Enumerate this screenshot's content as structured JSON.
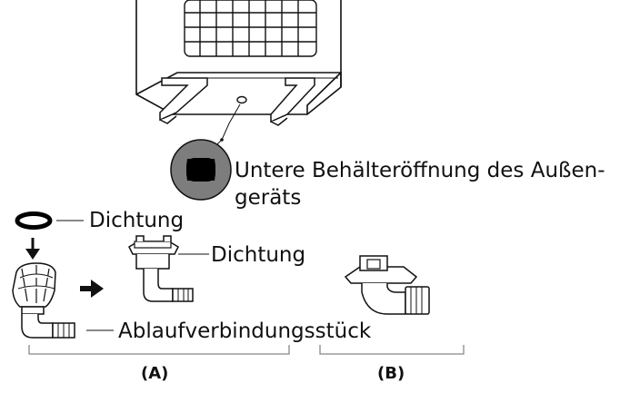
{
  "labels": {
    "base_opening_line1": "Untere Behälteröffnung des Außen-",
    "base_opening_line2": "geräts",
    "seal_1": "Dichtung",
    "seal_2": "Dichtung",
    "drain_connector": "Ablaufverbindungsstück",
    "group_a": "(A)",
    "group_b": "(B)"
  },
  "colors": {
    "line": "#111111",
    "disc_fill": "#7d7d7d",
    "background": "#ffffff"
  }
}
